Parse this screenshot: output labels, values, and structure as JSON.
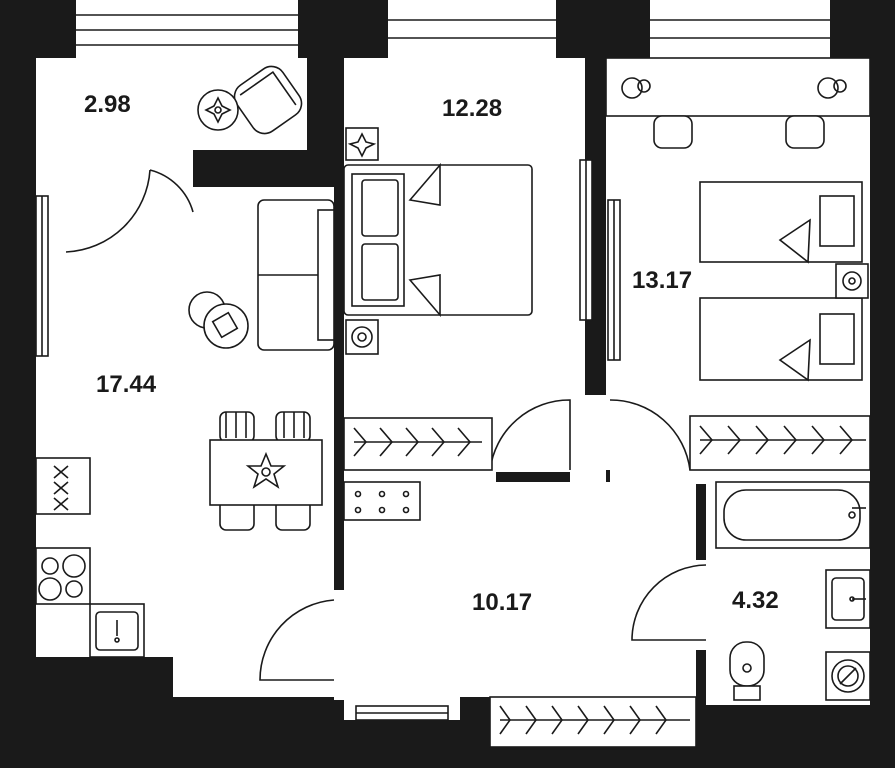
{
  "rooms": {
    "balcony": {
      "area": "2.98"
    },
    "bedroom_1": {
      "area": "12.28"
    },
    "bedroom_2": {
      "area": "13.17"
    },
    "living_kitchen": {
      "area": "17.44"
    },
    "hallway": {
      "area": "10.17"
    },
    "bathroom": {
      "area": "4.32"
    }
  },
  "colors": {
    "wall": "#1a1a1a",
    "floor": "#ffffff"
  }
}
